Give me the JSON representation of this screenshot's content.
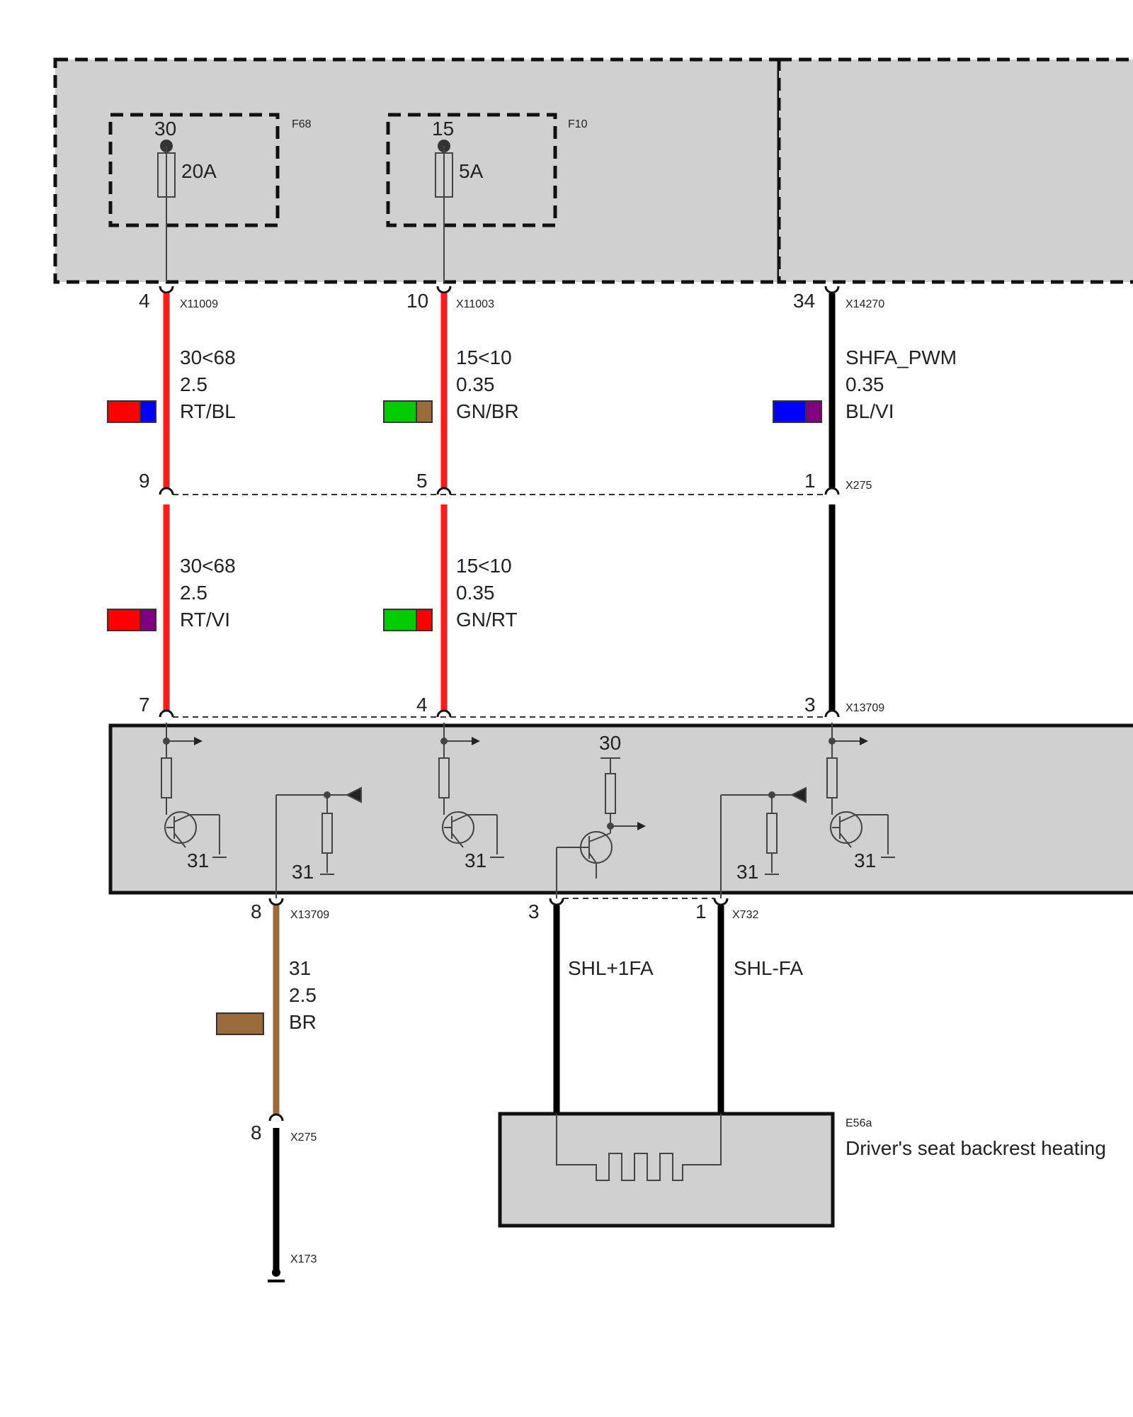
{
  "fuse_box": {
    "fuses": [
      {
        "id": "F68",
        "terminal": "30",
        "rating": "20A"
      },
      {
        "id": "F10",
        "terminal": "15",
        "rating": "5A"
      }
    ]
  },
  "connectors": {
    "top_left": "X11009",
    "top_mid": "X11003",
    "top_right": "X14270",
    "mid": "X275",
    "module": "X13709",
    "module_bottom": "X13709",
    "heater_conn": "X732",
    "ground_mid": "X275",
    "ground": "X173"
  },
  "pins": {
    "w1_top": "4",
    "w2_top": "10",
    "w3_top": "34",
    "w1_mid": "9",
    "w2_mid": "5",
    "w3_mid": "1",
    "w1_bot": "7",
    "w2_bot": "4",
    "w3_bot": "3",
    "gnd_top": "8",
    "gnd_mid": "8",
    "heat_a": "3",
    "heat_b": "1"
  },
  "wires": {
    "w1_upper": {
      "signal": "30<68",
      "size": "2.5",
      "color": "RT/BL",
      "swatch": [
        "#ff0000",
        "#0000ff"
      ]
    },
    "w2_upper": {
      "signal": "15<10",
      "size": "0.35",
      "color": "GN/BR",
      "swatch": [
        "#00cc00",
        "#9b6b3c"
      ]
    },
    "w3_upper": {
      "signal": "SHFA_PWM",
      "size": "0.35",
      "color": "BL/VI",
      "swatch": [
        "#0000ff",
        "#800080"
      ]
    },
    "w1_lower": {
      "signal": "30<68",
      "size": "2.5",
      "color": "RT/VI",
      "swatch": [
        "#ff0000",
        "#800080"
      ]
    },
    "w2_lower": {
      "signal": "15<10",
      "size": "0.35",
      "color": "GN/RT",
      "swatch": [
        "#00cc00",
        "#ff0000"
      ]
    },
    "ground": {
      "signal": "31",
      "size": "2.5",
      "color": "BR",
      "swatch": [
        "#9b6b3c"
      ]
    },
    "heat_a": {
      "signal": "SHL+1FA"
    },
    "heat_b": {
      "signal": "SHL-FA"
    }
  },
  "module": {
    "ground_labels": [
      "31",
      "31",
      "31",
      "31",
      "31"
    ],
    "supply_label": "30"
  },
  "heater": {
    "id": "E56a",
    "name": "Driver's seat backrest heating"
  },
  "colors": {
    "red": "#ff0000",
    "black": "#000000",
    "brown": "#9b6b3c",
    "panel": "#d0d0d0"
  }
}
